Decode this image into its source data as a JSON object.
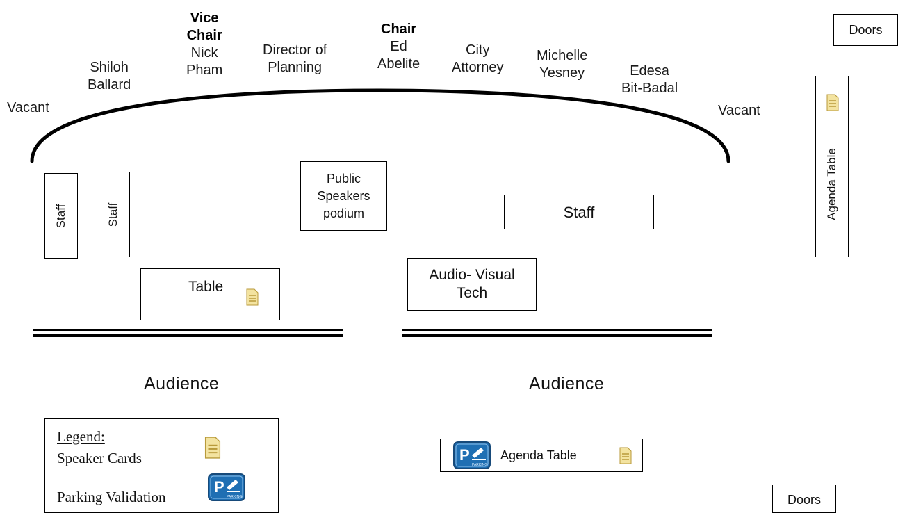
{
  "doors": {
    "top": "Doors",
    "bottom": "Doors"
  },
  "seats": [
    {
      "role": "",
      "name": "Vacant"
    },
    {
      "role": "",
      "name": "Shiloh Ballard"
    },
    {
      "role": "Vice Chair",
      "name": "Nick Pham"
    },
    {
      "role": "",
      "name": "Director of Planning"
    },
    {
      "role": "Chair",
      "name": "Ed Abelite"
    },
    {
      "role": "",
      "name": "City Attorney"
    },
    {
      "role": "",
      "name": "Michelle Yesney"
    },
    {
      "role": "",
      "name": "Edesa Bit-Badal"
    },
    {
      "role": "",
      "name": "Vacant"
    }
  ],
  "seat_lines": {
    "vacant_left": "Vacant",
    "ballard_1": "Shiloh",
    "ballard_2": "Ballard",
    "vice_chair_1": "Vice",
    "vice_chair_2": "Chair",
    "pham_1": "Nick",
    "pham_2": "Pham",
    "director_1": "Director of",
    "director_2": "Planning",
    "chair": "Chair",
    "abelite_1": "Ed",
    "abelite_2": "Abelite",
    "attorney_1": "City",
    "attorney_2": "Attorney",
    "yesney_1": "Michelle",
    "yesney_2": "Yesney",
    "bitbadal_1": "Edesa",
    "bitbadal_2": "Bit-Badal",
    "vacant_right": "Vacant"
  },
  "boxes": {
    "staff_vertical_1": "Staff",
    "staff_vertical_2": "Staff",
    "podium_1": "Public",
    "podium_2": "Speakers",
    "podium_3": "podium",
    "staff_right": "Staff",
    "table": "Table",
    "av_tech_1": "Audio- Visual",
    "av_tech_2": "Tech",
    "agenda_table_vertical": "Agenda Table",
    "agenda_table_bottom": "Agenda Table"
  },
  "audience": {
    "left": "Audience",
    "right": "Audience"
  },
  "legend": {
    "title": "Legend:",
    "speaker_cards": "Speaker Cards",
    "parking_validation": "Parking Validation"
  },
  "icons": {
    "speaker_card": "speaker-card-icon",
    "parking_validation": "parking-validation-icon",
    "parking_text": "PARKING"
  },
  "colors": {
    "card_fill": "#f3e3a0",
    "card_lines": "#b89a3a",
    "parking_blue": "#1f6fb3",
    "parking_dark": "#174a7a"
  }
}
